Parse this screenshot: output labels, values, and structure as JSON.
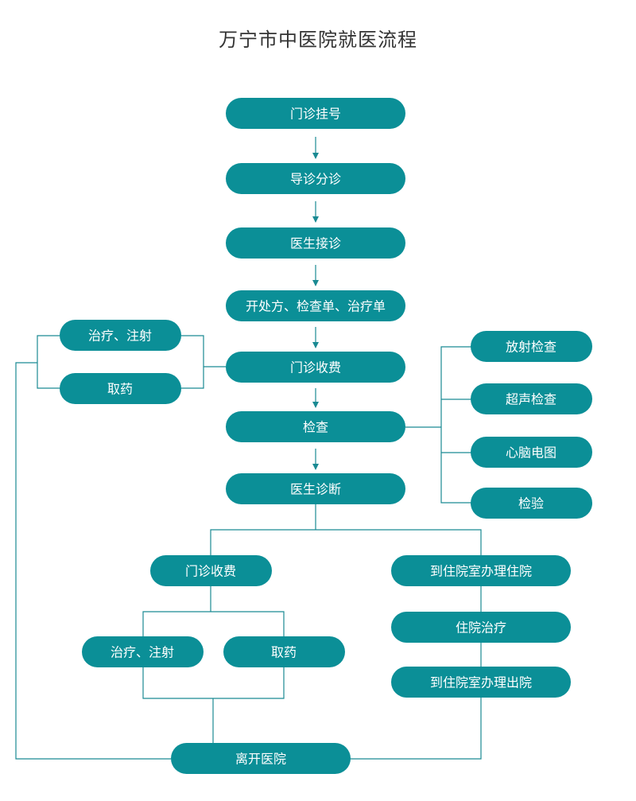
{
  "title": "万宁市中医院就医流程",
  "colors": {
    "node": "#0b8f97",
    "line": "#1a8a93",
    "text": "#ffffff",
    "title": "#333333"
  },
  "nodes": {
    "registration": "门诊挂号",
    "triage": "导诊分诊",
    "consult": "医生接诊",
    "prescribe": "开处方、检查单、治疗单",
    "pay1": "门诊收费",
    "treat1": "治疗、注射",
    "medicine1": "取药",
    "exam": "检查",
    "radiology": "放射检查",
    "ultrasound": "超声检查",
    "ecg": "心脑电图",
    "lab": "检验",
    "diagnosis": "医生诊断",
    "pay2": "门诊收费",
    "treat2": "治疗、注射",
    "medicine2": "取药",
    "admission": "到住院室办理住院",
    "inpatient": "住院治疗",
    "discharge": "到住院室办理出院",
    "leave": "离开医院"
  }
}
